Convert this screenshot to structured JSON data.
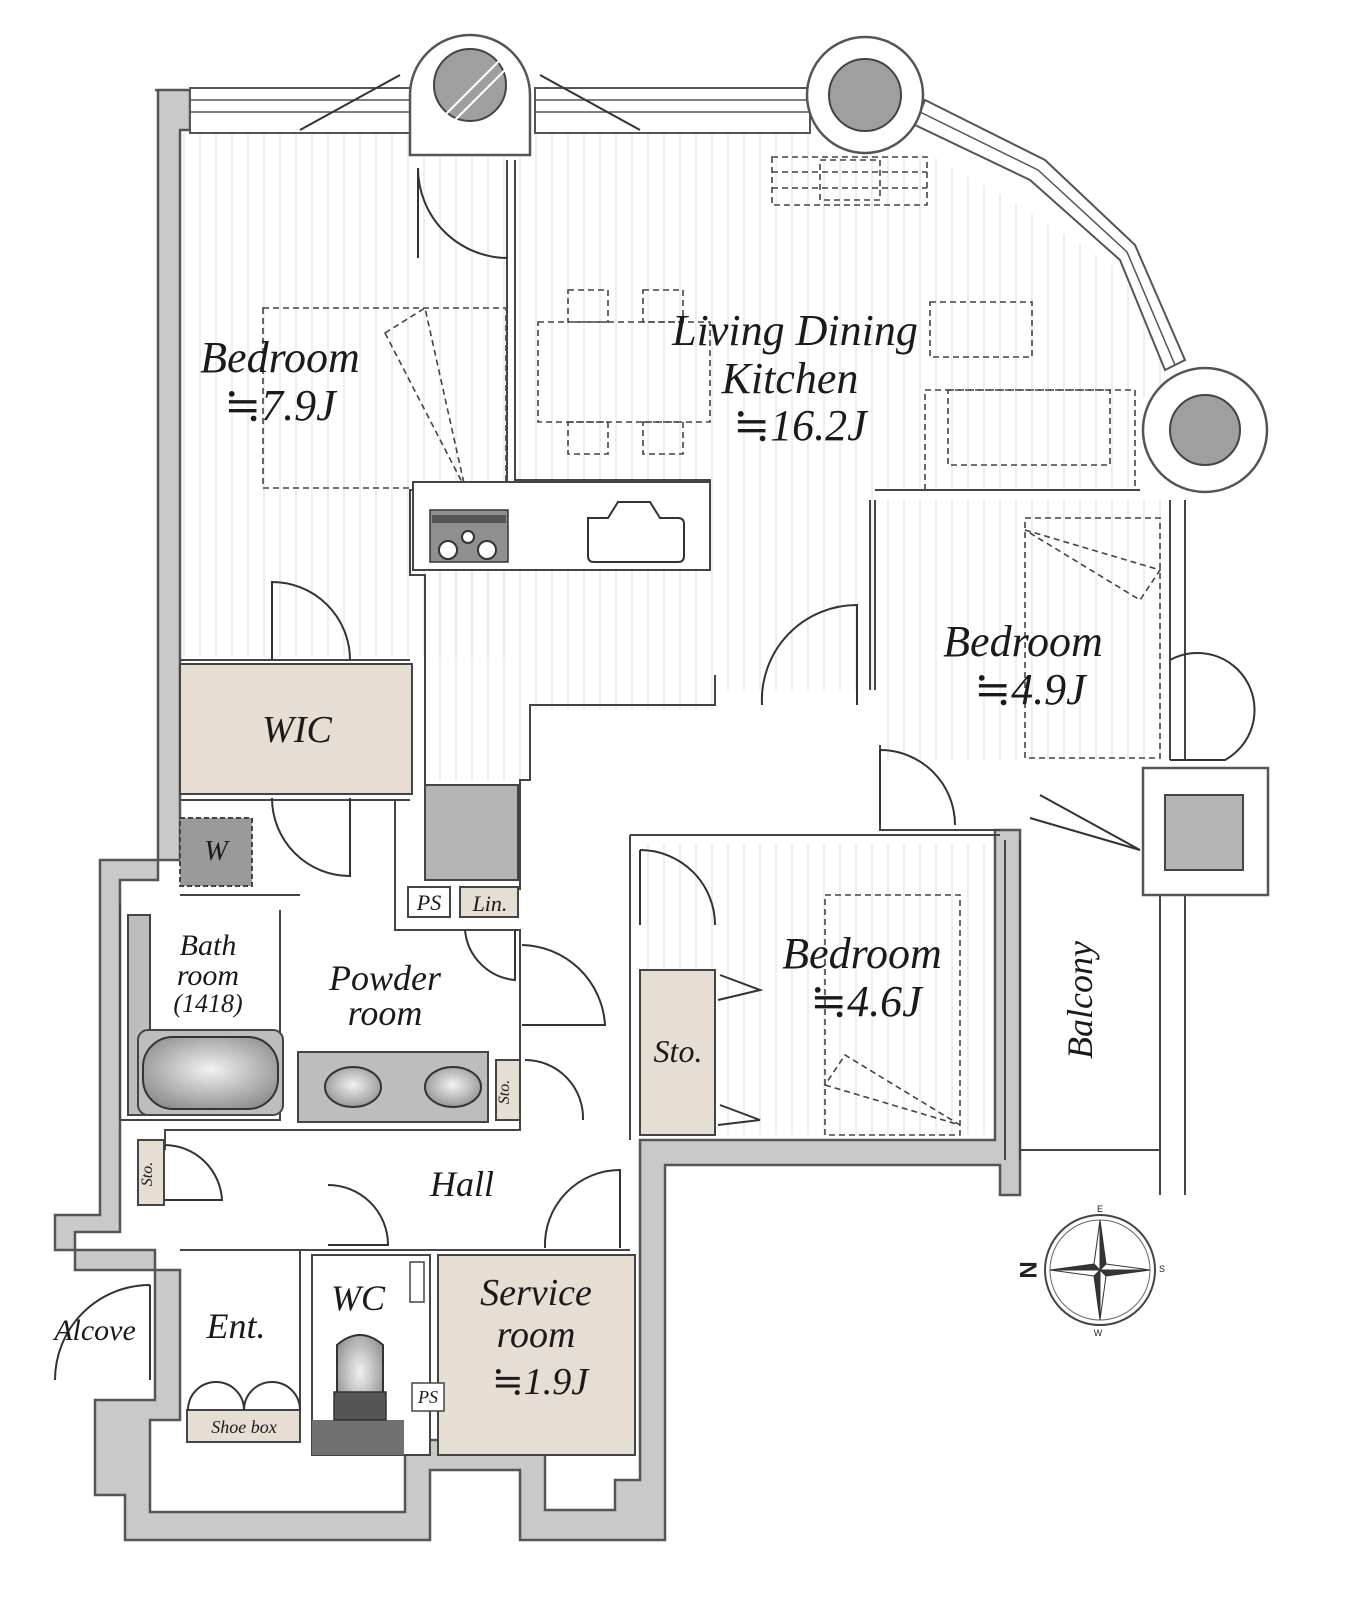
{
  "rooms": {
    "bedroom_main": {
      "name": "Bedroom",
      "size": "≒7.9J"
    },
    "ldk": {
      "name_line1": "Living Dining",
      "name_line2": "Kitchen",
      "size": "≒16.2J"
    },
    "bedroom_right": {
      "name": "Bedroom",
      "size": "≒4.9J"
    },
    "bedroom_lower": {
      "name": "Bedroom",
      "size": "≒4.6J"
    },
    "wic": {
      "name": "WIC"
    },
    "w": {
      "name": "W"
    },
    "bath": {
      "line1": "Bath",
      "line2": "room",
      "line3": "(1418)"
    },
    "powder": {
      "line1": "Powder",
      "line2": "room"
    },
    "ps_upper": {
      "name": "PS"
    },
    "ps_lower": {
      "name": "PS"
    },
    "lin": {
      "name": "Lin."
    },
    "sto_small": {
      "name": "Sto."
    },
    "sto_hall": {
      "name": "Sto."
    },
    "sto_bedroom": {
      "name": "Sto."
    },
    "hall": {
      "name": "Hall"
    },
    "wc": {
      "name": "WC"
    },
    "service": {
      "line1": "Service",
      "line2": "room",
      "size": "≒1.9J"
    },
    "ent": {
      "name": "Ent."
    },
    "shoe_box": {
      "name": "Shoe box"
    },
    "alcove": {
      "name": "Alcove"
    },
    "balcony": {
      "name": "Balcony"
    }
  },
  "compass": {
    "n": "N",
    "e": "E",
    "s": "S",
    "w": "W"
  },
  "colors": {
    "wall": "#c9c9c9",
    "storage": "#e6ddd3",
    "fixture": "#b4b4b4"
  }
}
